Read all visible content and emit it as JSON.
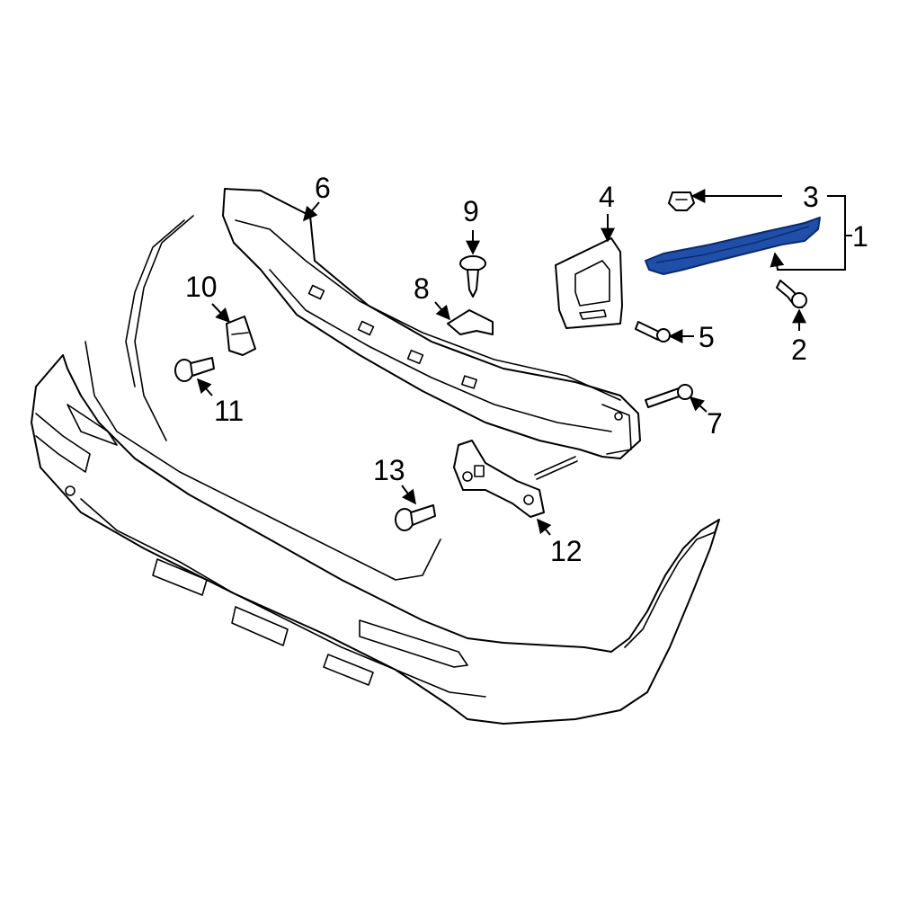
{
  "colors": {
    "background": "#ffffff",
    "line": "#000000",
    "highlight_fill": "#1f4fa8",
    "highlight_stroke": "#0a2a6e"
  },
  "callouts": {
    "c1": "1",
    "c2": "2",
    "c3": "3",
    "c4": "4",
    "c5": "5",
    "c6": "6",
    "c7": "7",
    "c8": "8",
    "c9": "9",
    "c10": "10",
    "c11": "11",
    "c12": "12",
    "c13": "13"
  }
}
